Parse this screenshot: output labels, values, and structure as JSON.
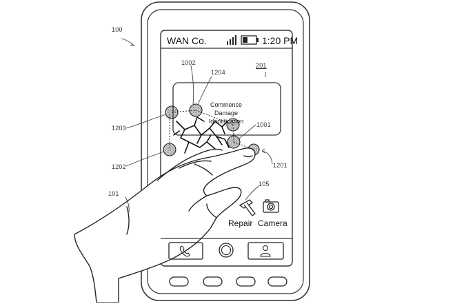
{
  "status_bar": {
    "carrier": "WAN Co.",
    "time": "1:20 PM",
    "signal_icon": "signal-bars-icon",
    "battery_icon": "battery-icon"
  },
  "screen_ref": "201",
  "dialog": {
    "line1": "Commence",
    "line2": "Damage",
    "line3": "Identification"
  },
  "apps": {
    "repair_label": "Repair",
    "repair_icon": "hammer-icon",
    "camera_label": "Camera",
    "camera_icon": "camera-icon"
  },
  "dock": {
    "phone_icon": "phone-icon",
    "home_icon": "home-button-icon",
    "contacts_icon": "contact-icon"
  },
  "reference_numerals": {
    "device": "100",
    "hand": "101",
    "apps_group": "105",
    "crack": "1001",
    "touch_1002": "1002",
    "touch_1201": "1201",
    "touch_1202": "1202",
    "touch_1203": "1203",
    "touch_1204": "1204"
  }
}
